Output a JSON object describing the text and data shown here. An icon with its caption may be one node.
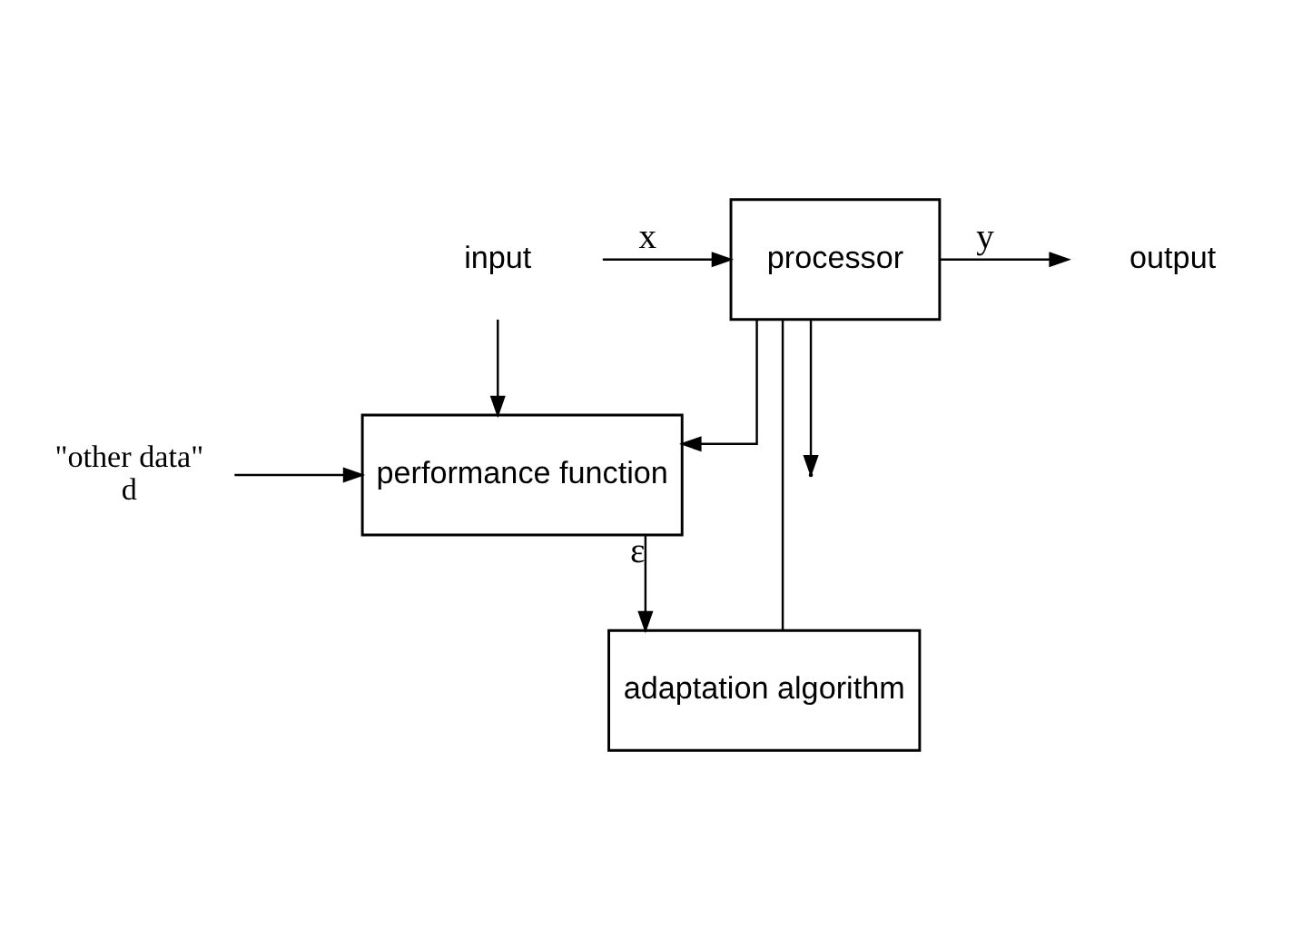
{
  "diagram": {
    "nodes": [
      {
        "text": [
          "input"
        ]
      },
      {
        "text": [
          "processor"
        ]
      },
      {
        "text": [
          "output"
        ]
      },
      {
        "text": [
          "adaptation algorithm"
        ]
      },
      {
        "text": [
          "performance function"
        ]
      },
      {
        "text": [
          "d"
        ],
        "beside": [
          "\"other data\""
        ]
      }
    ],
    "edges": [
      {
        "from": 0,
        "to": 1,
        "arrow": "to",
        "label": "x"
      },
      {
        "from": 1,
        "to": 2,
        "arrow": "to",
        "label": "y"
      },
      {
        "from": 0,
        "to": 4,
        "arrow": "to"
      },
      {
        "from": 1,
        "to": 4,
        "arrow": "to"
      },
      {
        "from": 3,
        "to": 1,
        "arrow": "none"
      },
      {
        "from": 1,
        "to": null,
        "arrow": "to"
      },
      {
        "from": 4,
        "to": 3,
        "arrow": "to",
        "label": "ε"
      },
      {
        "from": 5,
        "to": 4,
        "arrow": "to"
      }
    ]
  }
}
